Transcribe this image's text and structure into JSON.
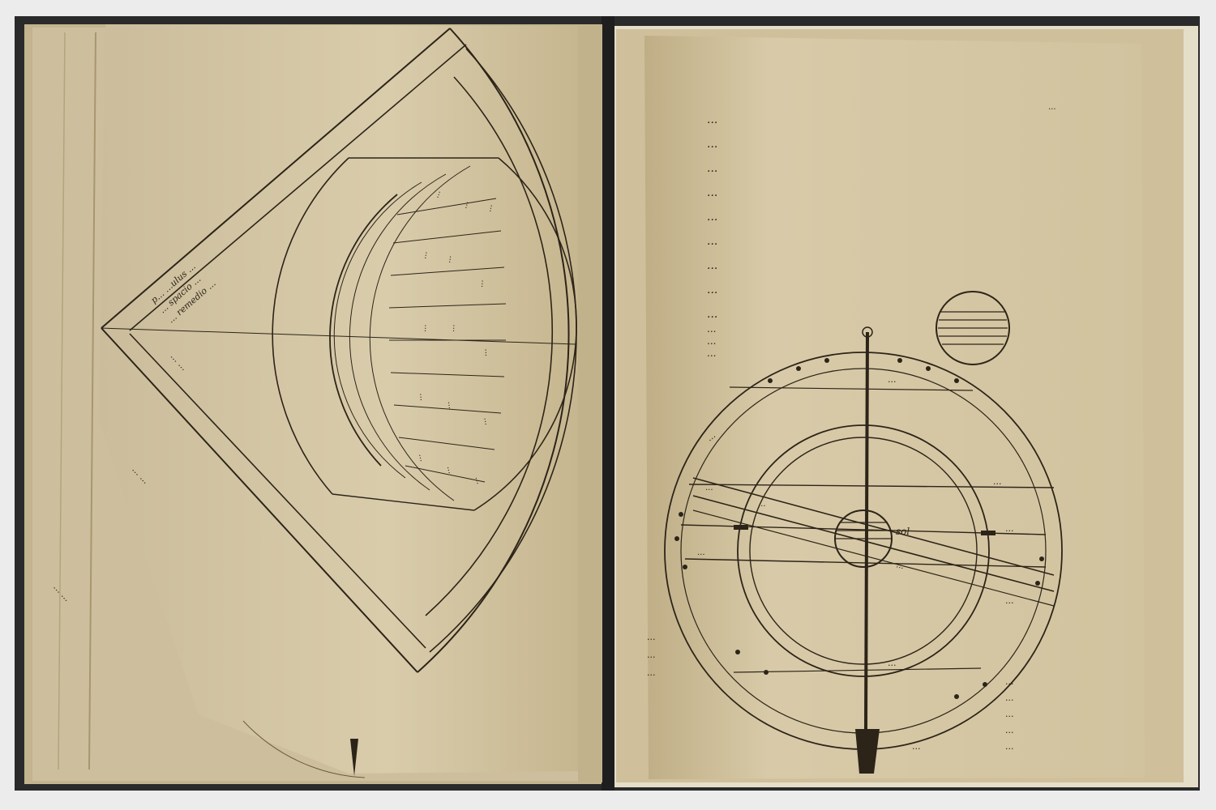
{
  "colors": {
    "background": "#ececec",
    "parchment": "#d7c9a8",
    "parchment_shadow": "#b9a883",
    "ink": "#2c2418",
    "binding": "#1e1e1e"
  },
  "left_page": {
    "band_upper_lines": [
      "p... ...ulus ...",
      "... spacio ...",
      "... remedio ..."
    ],
    "band_lower_lines": [
      "... ...",
      "... ...",
      "... ..."
    ],
    "table_cells": [
      "...",
      "...",
      "...",
      "...",
      "...",
      "...",
      "...",
      "...",
      "...",
      "...",
      "...",
      "...",
      "...",
      "...",
      "..."
    ]
  },
  "right_page": {
    "text_lines": [
      "...",
      "...",
      "...",
      "...",
      "...",
      "...",
      "...",
      "...",
      "...",
      "...",
      "...",
      "..."
    ],
    "diagram_labels": {
      "top_band": "...",
      "left_arc": "...",
      "center_sol": "sol",
      "right_upper": "...",
      "right_middle": "...",
      "right_lower": "...",
      "bottom_band": "...",
      "left_band_a": "...",
      "left_band_b": "...",
      "left_band_c": "...",
      "lower_right": "..."
    },
    "margin_right_top": "...",
    "margin_left_bottom": [
      "...",
      "...",
      "..."
    ],
    "margin_right_bottom": [
      "...",
      "...",
      "...",
      "...",
      "..."
    ],
    "footer_note": "..."
  }
}
